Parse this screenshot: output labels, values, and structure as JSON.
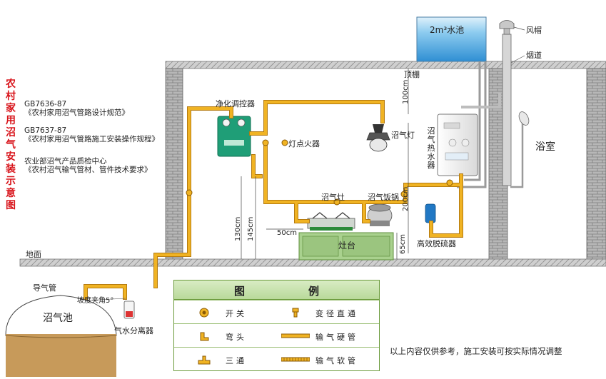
{
  "title": "农村家用沼气安装示意图",
  "standards": [
    {
      "code": "GB7636-87",
      "name": "《农村家用沼气管路设计规范》"
    },
    {
      "code": "GB7637-87",
      "name": "《农村家用沼气管路施工安装操作规程》"
    },
    {
      "code": "农业部沼气产品质检中心",
      "name": "《农村沼气输气管材、管件技术要求》"
    }
  ],
  "labels": {
    "water_tank": "2m³水池",
    "wind_cap": "风帽",
    "chimney": "烟道",
    "ceiling": "顶棚",
    "regulator": "净化调控器",
    "igniter": "灯点火器",
    "lamp": "沼气灯",
    "water_heater": "沼气热水器",
    "bathroom": "浴室",
    "stove": "沼气灶",
    "rice_cooker": "沼气饭锅",
    "counter": "灶台",
    "desulfurizer": "高效脱硫器",
    "ground": "地面",
    "gas_pipe": "导气管",
    "slope": "坡度夹角5°",
    "tank": "沼气池",
    "separator": "气水分离器"
  },
  "dimensions": {
    "d100": "100cm",
    "d200": "200cm",
    "d130": "130cm",
    "d145": "145cm",
    "d50": "50cm",
    "d65": "65cm"
  },
  "legend": {
    "title_left": "图",
    "title_right": "例",
    "items": [
      {
        "icon": "switch-icon",
        "label": "开关"
      },
      {
        "icon": "reducer-icon",
        "label": "变径直通"
      },
      {
        "icon": "elbow-icon",
        "label": "弯头"
      },
      {
        "icon": "hard-pipe-icon",
        "label": "输气硬管"
      },
      {
        "icon": "tee-icon",
        "label": "三通"
      },
      {
        "icon": "soft-pipe-icon",
        "label": "输气软管"
      }
    ]
  },
  "note": "以上内容仅供参考，施工安装可按实际情况调整",
  "colors": {
    "pipe": "#f0b323",
    "pipe_edge": "#b47a10",
    "brick": "#9a9a9a",
    "title": "#d8141b",
    "legend_green": "#b9d99a",
    "water": "#4aa3e0",
    "slurry": "#c79a5a"
  }
}
